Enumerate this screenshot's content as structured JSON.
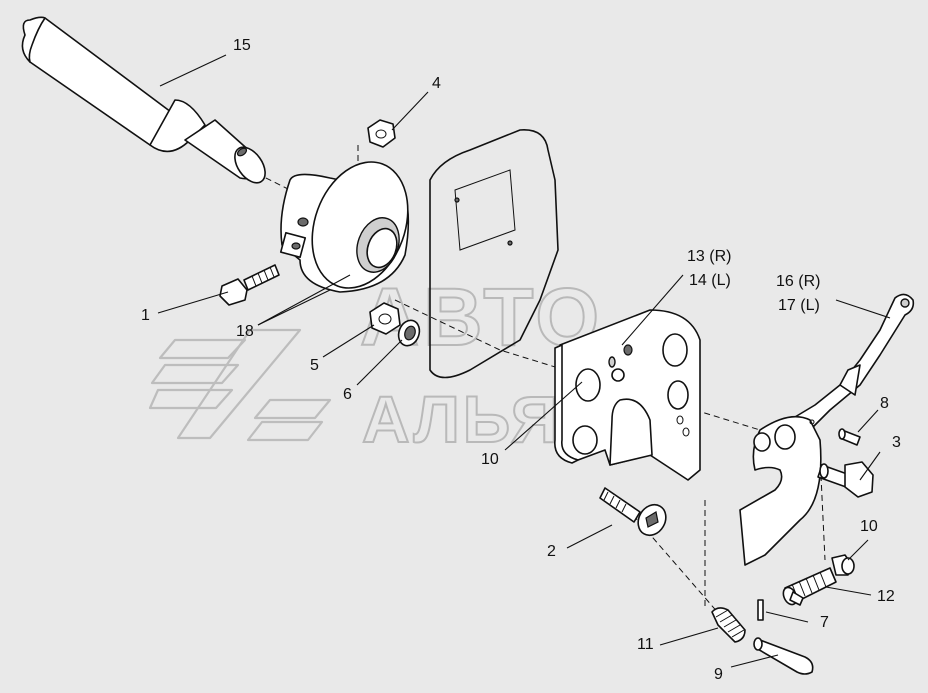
{
  "watermark": {
    "line1": "АВТО",
    "line2": "АЛЬЯНС"
  },
  "callouts": {
    "c1": "1",
    "c2": "2",
    "c3": "3",
    "c4": "4",
    "c5": "5",
    "c6": "6",
    "c7": "7",
    "c8": "8",
    "c9": "9",
    "c10a": "10",
    "c10b": "10",
    "c11": "11",
    "c12": "12",
    "c13": "13 (R)",
    "c14": "14 (L)",
    "c15": "15",
    "c16": "16 (R)",
    "c17": "17 (L)",
    "c18": "18"
  },
  "colors": {
    "background": "#e9e9e9",
    "line": "#111111",
    "watermark": "#b9b9b9"
  }
}
